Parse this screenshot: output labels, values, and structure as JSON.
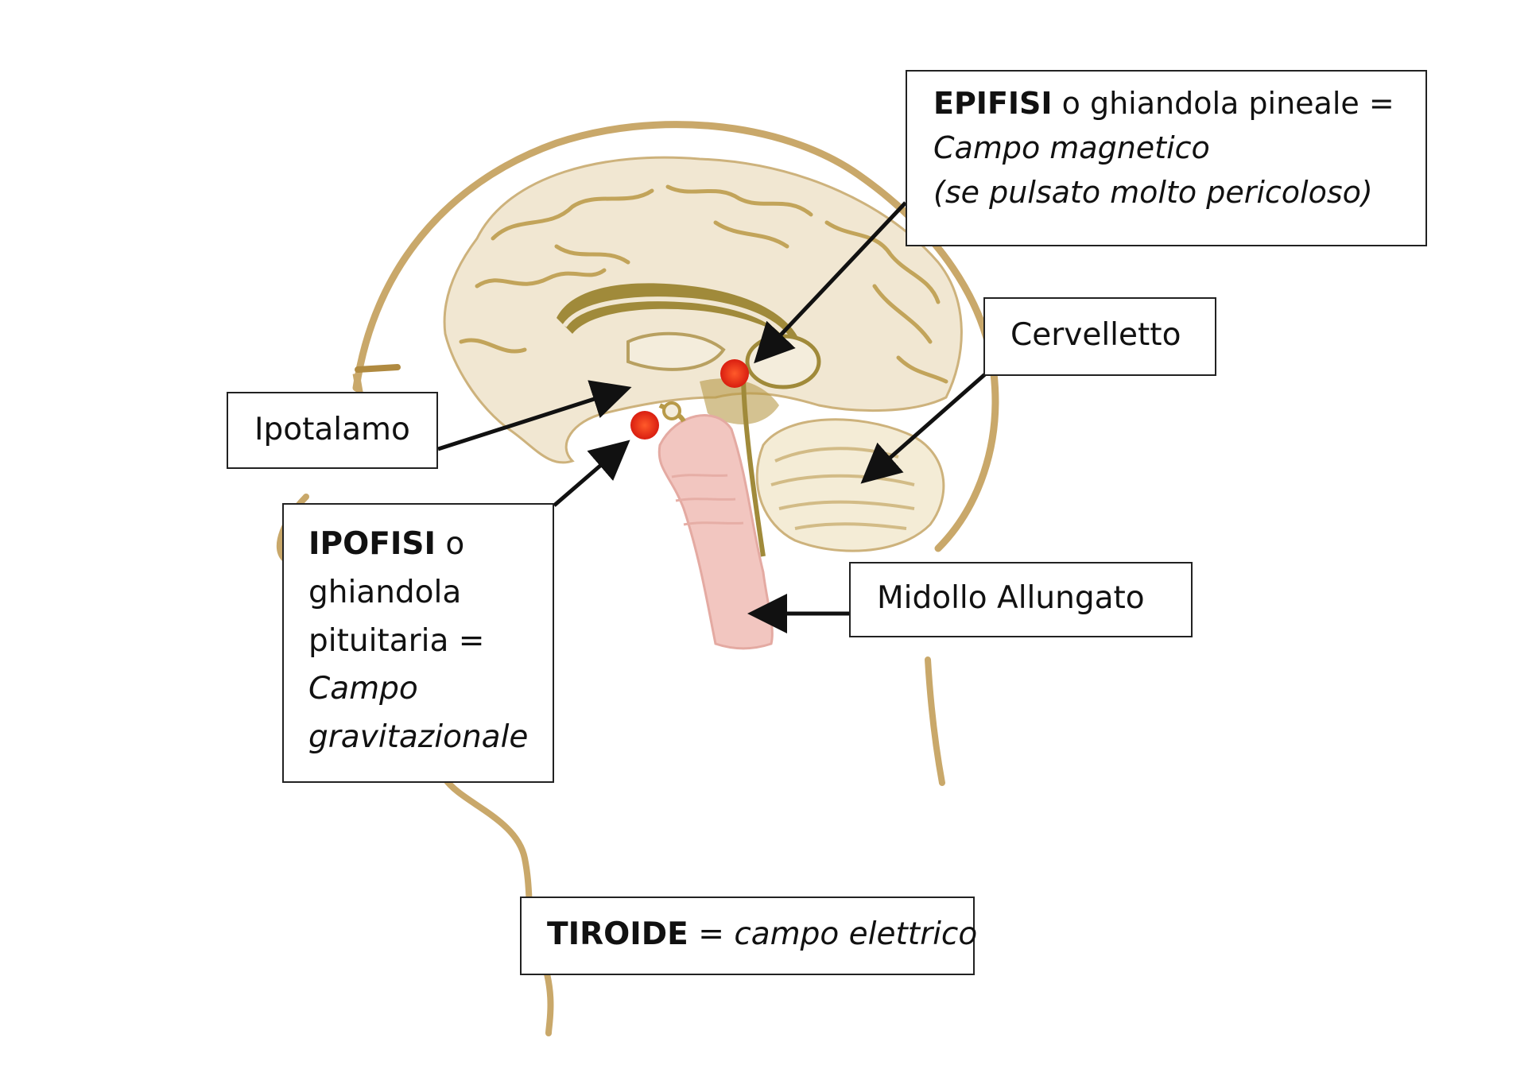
{
  "labels": {
    "epifisi": {
      "bold": "EPIFISI",
      "text": " o ghiandola pineale =",
      "italic_line1": "Campo magnetico",
      "italic_line2": "(se pulsato molto pericoloso)"
    },
    "cervelletto": "Cervelletto",
    "ipotalamo": "Ipotalamo",
    "ipofisi": {
      "bold": "IPOFISI",
      "text1": " o",
      "line2": "ghiandola",
      "line3": "pituitaria =",
      "italic_line4": "Campo",
      "italic_line5": "gravitazionale"
    },
    "midollo": "Midollo Allungato",
    "tiroide": {
      "bold": "TIROIDE",
      "text": " = ",
      "italic": "campo elettrico"
    }
  },
  "colors": {
    "outline": "#c9a86a",
    "brain_fill": "#f1e7d2",
    "brain_dark": "#a08a3a",
    "stem": "#f2c6c0",
    "gland_red": "#e8311a",
    "arrow": "#111111"
  }
}
